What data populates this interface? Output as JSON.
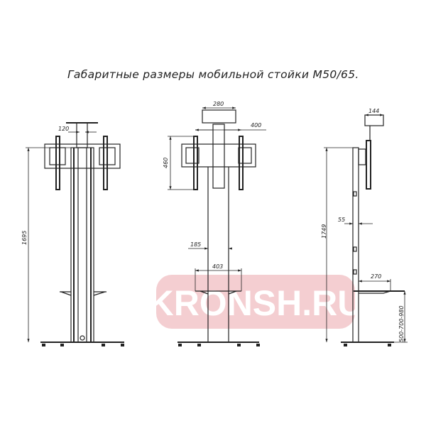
{
  "title": "Габаритные размеры мобильной стойки М50/65.",
  "watermark": "KRONSH.RU",
  "colors": {
    "line": "#222222",
    "watermark_bg": "#f2c6c9",
    "watermark_text": "#ffffff"
  },
  "front_view_1": {
    "dims": {
      "bracket_offset": "120",
      "height": "1695"
    }
  },
  "front_view_2": {
    "dims": {
      "top_plate_width": "280",
      "bracket_width": "400",
      "bracket_height": "460",
      "column_width": "185",
      "shelf_width": "403"
    }
  },
  "side_view": {
    "dims": {
      "top_plate_depth": "144",
      "height": "1749",
      "column_depth": "55",
      "shelf_depth": "270",
      "shelf_height": "500-700-980"
    }
  }
}
